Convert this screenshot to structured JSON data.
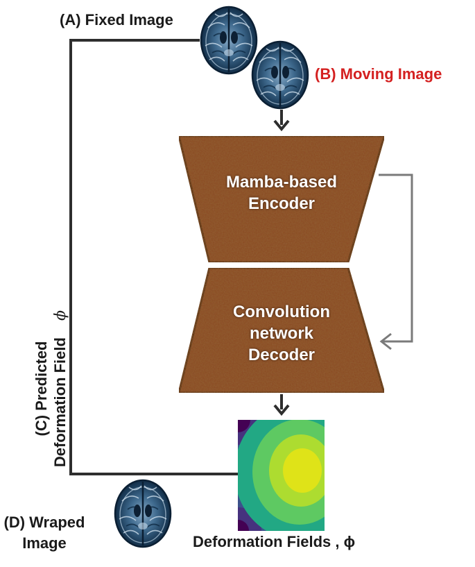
{
  "labels": {
    "fixed_image": "(A) Fixed Image",
    "moving_image": "(B) Moving Image",
    "predicted_line1": "(C) Predicted",
    "predicted_line2": "Deformation Field",
    "phi_symbol": "ϕ",
    "warped_line1": "(D) Wraped",
    "warped_line2": "Image",
    "deformation_fields": "Deformation Fields , ϕ"
  },
  "encoder": {
    "line1": "Mamba-based",
    "line2": "Encoder"
  },
  "decoder": {
    "line1": "Convolution",
    "line2": "network",
    "line3": "Decoder"
  },
  "colors": {
    "line": "#2e2e2e",
    "skip_arrow": "#7a7a7a",
    "block_fill": "#8b4a22",
    "block_edge": "#5a2c10",
    "moving_label": "#d42020",
    "text": "#1a1a1a",
    "brain_dark": "#0f2a44",
    "brain_light": "#9fbfd8"
  },
  "icons": [
    "brain-scan-icon",
    "arrow-down-icon",
    "deformation-field-heatmap"
  ]
}
